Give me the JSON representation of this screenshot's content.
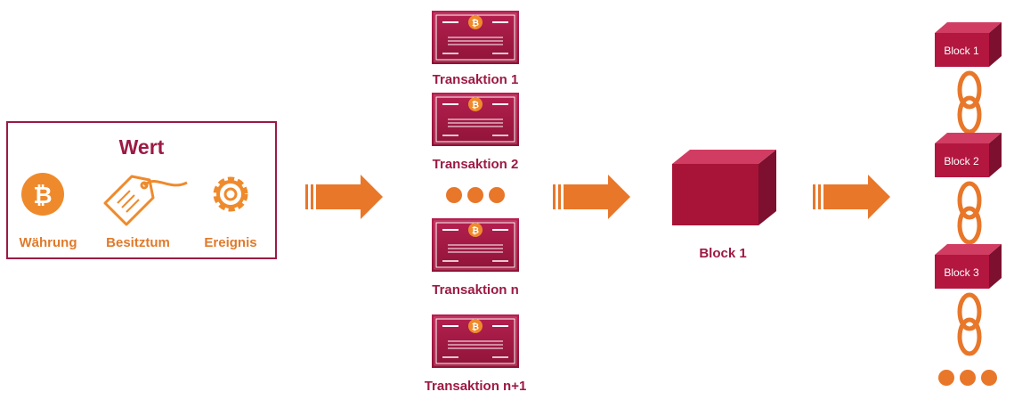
{
  "value_box": {
    "title": "Wert",
    "items": [
      {
        "label": "Währung",
        "icon": "bitcoin-icon"
      },
      {
        "label": "Besitztum",
        "icon": "price-tag-icon"
      },
      {
        "label": "Ereignis",
        "icon": "gear-icon"
      }
    ]
  },
  "transactions": [
    {
      "label": "Transaktion 1"
    },
    {
      "label": "Transaktion 2"
    },
    {
      "label": "Transaktion n"
    },
    {
      "label": "Transaktion n+1"
    }
  ],
  "single_block": {
    "label": "Block 1"
  },
  "chain_blocks": [
    {
      "label": "Block 1"
    },
    {
      "label": "Block 2"
    },
    {
      "label": "Block 3"
    }
  ],
  "colors": {
    "maroon": "#9c1a44",
    "block_red": "#c4163f",
    "orange": "#e07a2a"
  }
}
